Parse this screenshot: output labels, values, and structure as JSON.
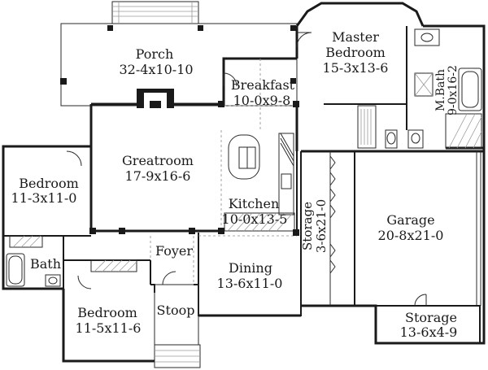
{
  "plan": {
    "rooms": [
      {
        "key": "porch",
        "name": "Porch",
        "dims": "32-4x10-10"
      },
      {
        "key": "master_bedroom",
        "name": "Master Bedroom",
        "name_line1": "Master",
        "name_line2": "Bedroom",
        "dims": "15-3x13-6"
      },
      {
        "key": "breakfast",
        "name": "Breakfast",
        "dims": "10-0x9-8"
      },
      {
        "key": "greatroom",
        "name": "Greatroom",
        "dims": "17-9x16-6"
      },
      {
        "key": "master_bath",
        "name": "M.Bath",
        "dims": "9-0x16-2"
      },
      {
        "key": "bedroom_left",
        "name": "Bedroom",
        "dims": "11-3x11-0"
      },
      {
        "key": "kitchen",
        "name": "Kitchen",
        "dims": "10-0x13-5"
      },
      {
        "key": "storage_mid",
        "name": "Storage",
        "dims": "3-6x21-0"
      },
      {
        "key": "garage",
        "name": "Garage",
        "dims": "20-8x21-0"
      },
      {
        "key": "foyer",
        "name": "Foyer",
        "dims": ""
      },
      {
        "key": "dining",
        "name": "Dining",
        "dims": "13-6x11-0"
      },
      {
        "key": "bath",
        "name": "Bath",
        "dims": ""
      },
      {
        "key": "stoop",
        "name": "Stoop",
        "dims": ""
      },
      {
        "key": "bedroom_lower",
        "name": "Bedroom",
        "dims": "11-5x11-6"
      },
      {
        "key": "storage_garage",
        "name": "Storage",
        "dims": "13-6x4-9"
      }
    ]
  }
}
